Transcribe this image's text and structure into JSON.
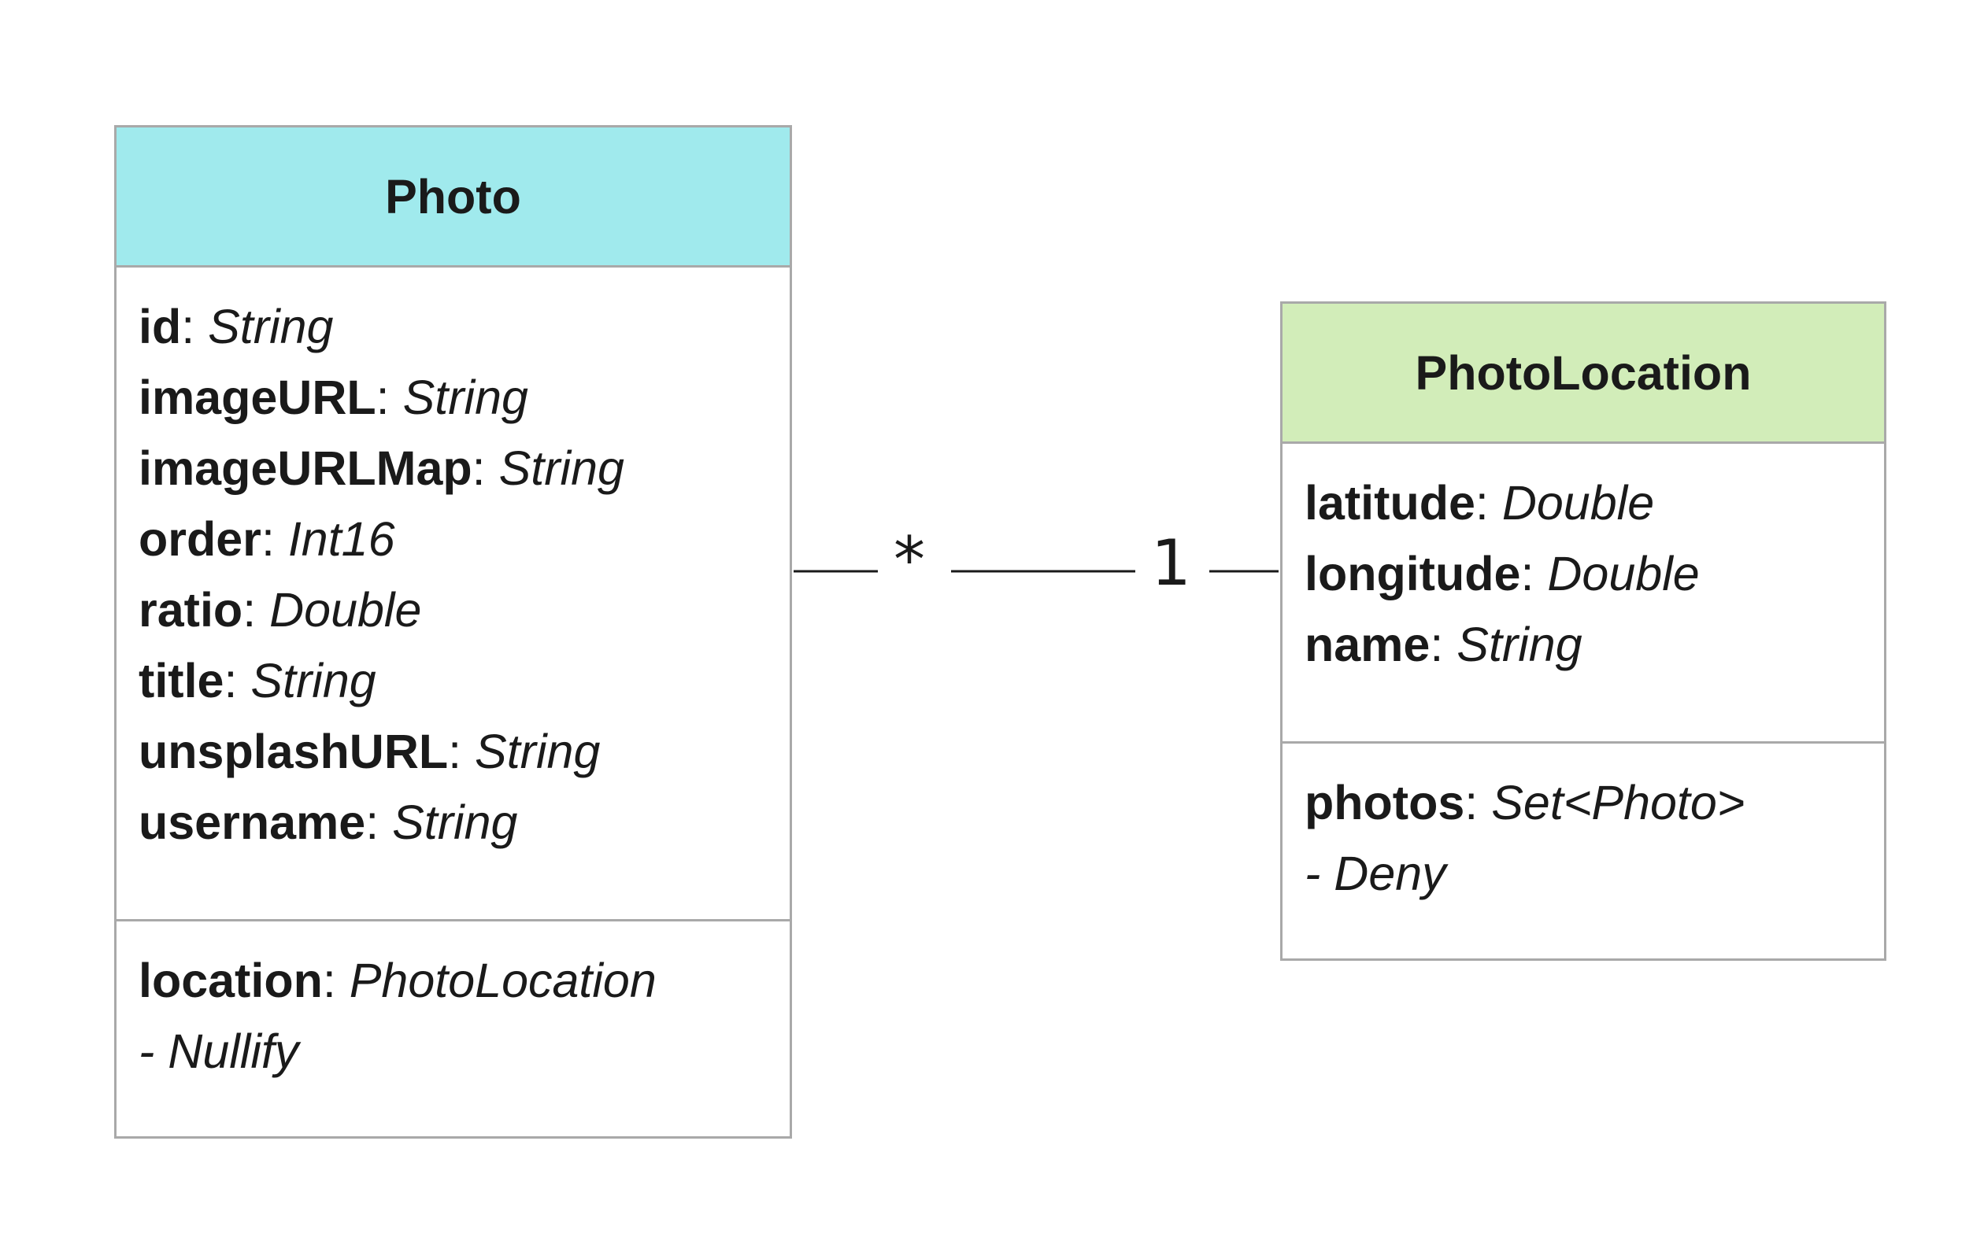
{
  "entities": {
    "photo": {
      "name": "Photo",
      "header_color": "#a0eaed",
      "attributes": [
        {
          "name": "id",
          "type": "String"
        },
        {
          "name": "imageURL",
          "type": "String"
        },
        {
          "name": "imageURLMap",
          "type": "String"
        },
        {
          "name": "order",
          "type": "Int16"
        },
        {
          "name": "ratio",
          "type": "Double"
        },
        {
          "name": "title",
          "type": "String"
        },
        {
          "name": "unsplashURL",
          "type": "String"
        },
        {
          "name": "username",
          "type": "String"
        }
      ],
      "relationships": [
        {
          "name": "location",
          "type": "PhotoLocation",
          "rule": "- Nullify"
        }
      ]
    },
    "photo_location": {
      "name": "PhotoLocation",
      "header_color": "#d2edb9",
      "attributes": [
        {
          "name": "latitude",
          "type": "Double"
        },
        {
          "name": "longitude",
          "type": "Double"
        },
        {
          "name": "name",
          "type": "String"
        }
      ],
      "relationships": [
        {
          "name": "photos",
          "type": "Set<Photo>",
          "rule": "- Deny"
        }
      ]
    }
  },
  "association": {
    "photo_end_multiplicity": "*",
    "location_end_multiplicity": "1",
    "line_color": "#1a1a1a"
  }
}
